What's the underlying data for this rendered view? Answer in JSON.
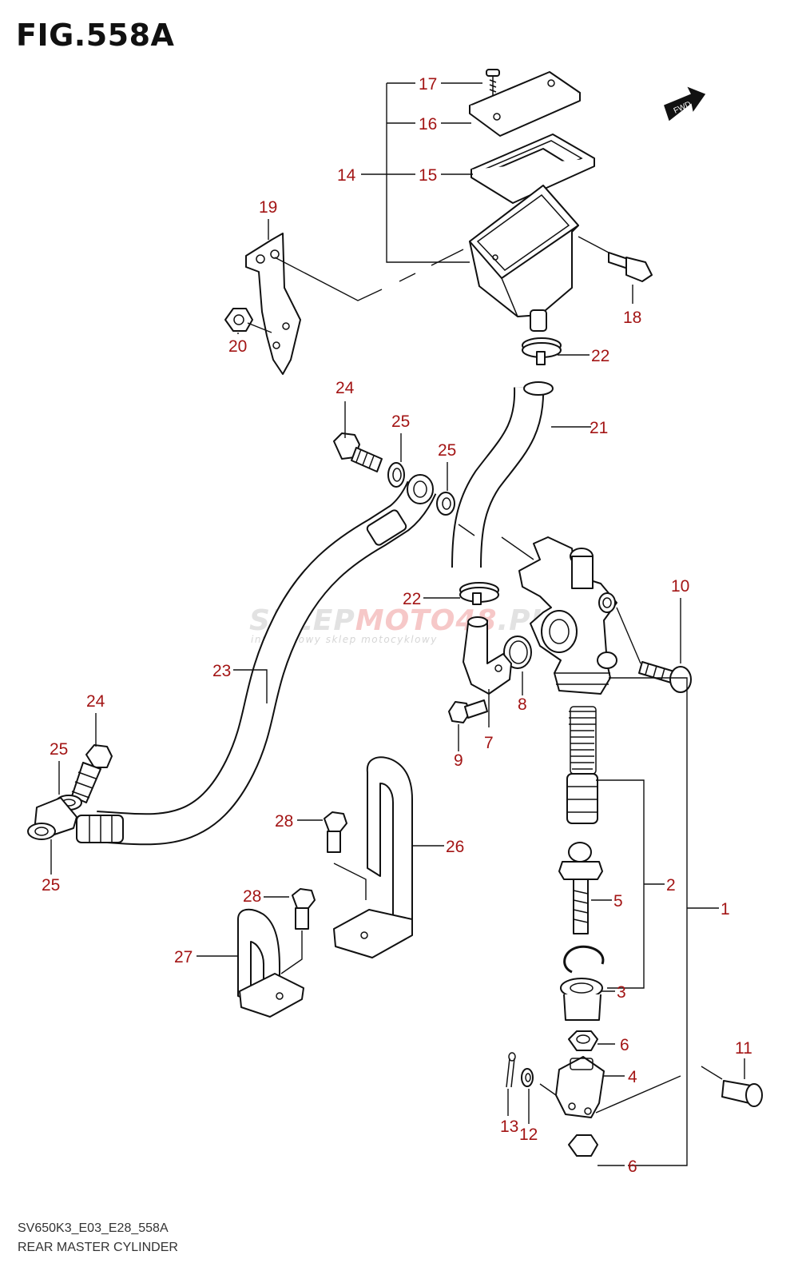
{
  "figure": {
    "title": "FIG.558A",
    "code": "SV650K3_E03_E28_558A",
    "caption": "REAR MASTER CYLINDER"
  },
  "watermark": {
    "brand_a": "SKLEP",
    "brand_b": "MOTO",
    "brand_c": "48",
    "brand_d": ".PL",
    "tagline": "internetowy sklep motocyklowy"
  },
  "fwd_label": "FWD",
  "callouts": [
    "17",
    "16",
    "14",
    "15",
    "19",
    "18",
    "20",
    "22",
    "24",
    "25",
    "25",
    "21",
    "10",
    "22",
    "23",
    "8",
    "24",
    "7",
    "9",
    "25",
    "28",
    "26",
    "2",
    "5",
    "1",
    "28",
    "27",
    "3",
    "6",
    "11",
    "4",
    "13",
    "12",
    "6",
    "25"
  ],
  "colors": {
    "callout": "#a31515",
    "line": "#111111"
  }
}
